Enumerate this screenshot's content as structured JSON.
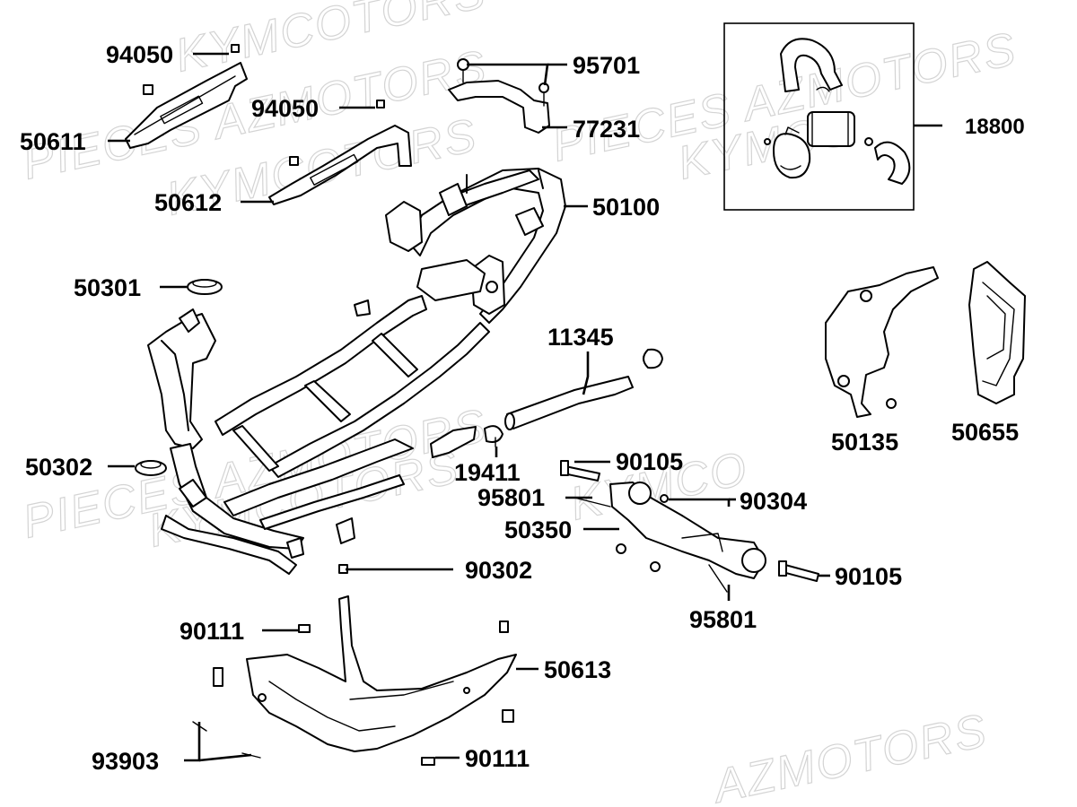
{
  "watermarks": [
    {
      "id": "wm-1",
      "text": "KYMCOTORS",
      "kind": "watermark"
    },
    {
      "id": "wm-2",
      "text": "PIECES AZMOTORS",
      "kind": "watermark"
    },
    {
      "id": "wm-3",
      "text": "KYMCOTORS",
      "kind": "watermark"
    },
    {
      "id": "wm-4",
      "text": "PIECES AZMOTORS",
      "kind": "watermark"
    },
    {
      "id": "wm-5",
      "text": "KYMCO",
      "kind": "watermark"
    },
    {
      "id": "wm-6",
      "text": "PIECES AZMOTORS",
      "kind": "watermark"
    },
    {
      "id": "wm-7",
      "text": "KYMCO",
      "kind": "watermark"
    },
    {
      "id": "wm-8",
      "text": "KYMCOTORS",
      "kind": "watermark"
    },
    {
      "id": "wm-9",
      "text": "AZMOTORS",
      "kind": "watermark"
    }
  ],
  "callouts": [
    {
      "id": "c-94050-a",
      "part": "94050"
    },
    {
      "id": "c-50611",
      "part": "50611"
    },
    {
      "id": "c-94050-b",
      "part": "94050"
    },
    {
      "id": "c-50612",
      "part": "50612"
    },
    {
      "id": "c-95701",
      "part": "95701"
    },
    {
      "id": "c-77231",
      "part": "77231"
    },
    {
      "id": "c-18800",
      "part": "18800"
    },
    {
      "id": "c-50100",
      "part": "50100"
    },
    {
      "id": "c-50301",
      "part": "50301"
    },
    {
      "id": "c-11345",
      "part": "11345"
    },
    {
      "id": "c-50135",
      "part": "50135"
    },
    {
      "id": "c-50655",
      "part": "50655"
    },
    {
      "id": "c-50302",
      "part": "50302"
    },
    {
      "id": "c-19411",
      "part": "19411"
    },
    {
      "id": "c-90105-a",
      "part": "90105"
    },
    {
      "id": "c-95801-a",
      "part": "95801"
    },
    {
      "id": "c-90304",
      "part": "90304"
    },
    {
      "id": "c-50350",
      "part": "50350"
    },
    {
      "id": "c-90302",
      "part": "90302"
    },
    {
      "id": "c-90105-b",
      "part": "90105"
    },
    {
      "id": "c-90111-a",
      "part": "90111"
    },
    {
      "id": "c-95801-b",
      "part": "95801"
    },
    {
      "id": "c-50613",
      "part": "50613"
    },
    {
      "id": "c-93903",
      "part": "93903"
    },
    {
      "id": "c-90111-b",
      "part": "90111"
    }
  ],
  "labels": {
    "p94050a": "94050",
    "p50611": "50611",
    "p94050b": "94050",
    "p50612": "50612",
    "p95701": "95701",
    "p77231": "77231",
    "p18800": "18800",
    "p50100": "50100",
    "p50301": "50301",
    "p11345": "11345",
    "p50135": "50135",
    "p50655": "50655",
    "p50302": "50302",
    "p19411": "19411",
    "p90105a": "90105",
    "p95801a": "95801",
    "p90304": "90304",
    "p50350": "50350",
    "p90302": "90302",
    "p90105b": "90105",
    "p90111a": "90111",
    "p95801b": "95801",
    "p50613": "50613",
    "p93903": "93903",
    "p90111b": "90111"
  },
  "watermark_text": {
    "w1": "KYMCOTORS",
    "w2": "PIECES AZMOTORS",
    "w3": "KYMCOTORS",
    "w4": "PIECES AZMOTORS",
    "w5": "KYMCO",
    "w6": "PIECES AZMOTORS",
    "w7": "KYMCO",
    "w8": "KYMCOTORS",
    "w9": "AZMOTORS"
  },
  "colors": {
    "ink": "#000000",
    "background": "#ffffff",
    "watermark": "#d4d4d4"
  }
}
